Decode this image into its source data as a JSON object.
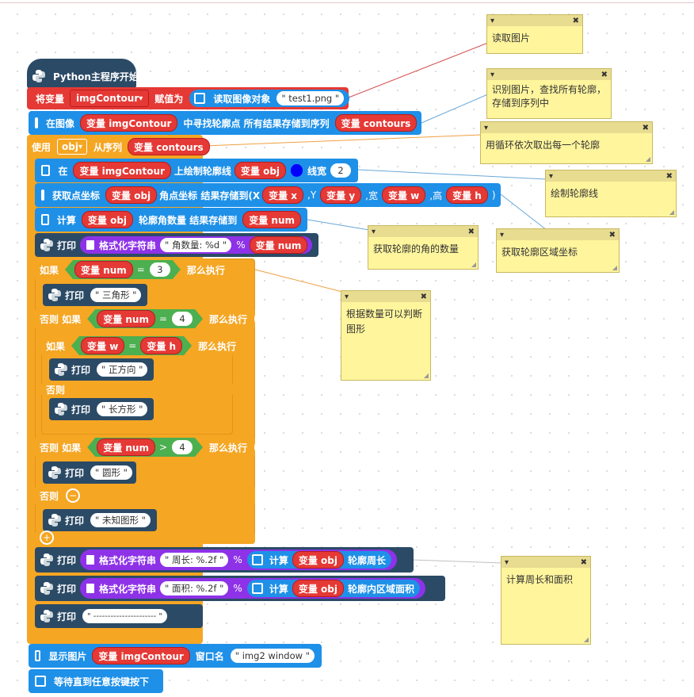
{
  "blocks": {
    "python_start": "Python主程序开始",
    "set_var": "将变量",
    "img_var": "imgContour",
    "assign": "赋值为",
    "read_image": "读取图像对象",
    "read_file": "\" test1.png \"",
    "in_image": "在图像",
    "var_imgcontour": "变量 imgContour",
    "find_contours": "中寻找轮廓点 所有结果存储到序列",
    "var_contours": "变量 contours",
    "use": "使用",
    "obj": "obj",
    "from_seq": "从序列",
    "in": "在",
    "draw_contour": "上绘制轮廓线",
    "var_obj": "变量 obj",
    "line_width": "线宽",
    "width_val": "2",
    "get_coords": "获取点坐标",
    "corner_coords": "角点坐标 结果存储到(X",
    "var_x": "变量 x",
    "y_label": ",Y",
    "var_y": "变量 y",
    "w_label": ",宽",
    "var_w": "变量 w",
    "h_label": ",高",
    "var_h": "变量 h",
    "close_paren": ")",
    "calc": "计算",
    "corner_count": "轮廓角数量 结果存储到",
    "var_num": "变量 num",
    "print": "打印",
    "format_str": "格式化字符串",
    "fmt_corners": "\" 角数量: %d \"",
    "percent": "%",
    "if": "如果",
    "eq": "=",
    "three": "3",
    "then": "那么执行",
    "triangle": "\" 三角形 \"",
    "elif": "否则 如果",
    "four": "4",
    "gt": ">",
    "square": "\" 正方向 \"",
    "else": "否则",
    "rectangle": "\" 长方形 \"",
    "circle": "\" 圆形 \"",
    "unknown": "\" 未知图形 \"",
    "fmt_perimeter": "\" 周长: %.2f \"",
    "perimeter": "轮廓周长",
    "fmt_area": "\" 面积: %.2f \"",
    "area": "轮廓内区域面积",
    "dashes": "\" ---------------------- \"",
    "show_image": "显示图片",
    "window_name": "窗口名",
    "window_val": "\" img2 window \"",
    "wait_key": "等待直到任意按键按下"
  },
  "notes": {
    "n1": "读取图片",
    "n2": "识别图片，查找所有轮廓，存储到序列中",
    "n3": "用循环依次取出每一个轮廓",
    "n4": "绘制轮廓线",
    "n5": "获取轮廓的角的数量",
    "n6": "获取轮廓区域坐标",
    "n7": "根据数量可以判断图形",
    "n8": "计算周长和面积",
    "collapse": "▾",
    "close": "✖"
  }
}
